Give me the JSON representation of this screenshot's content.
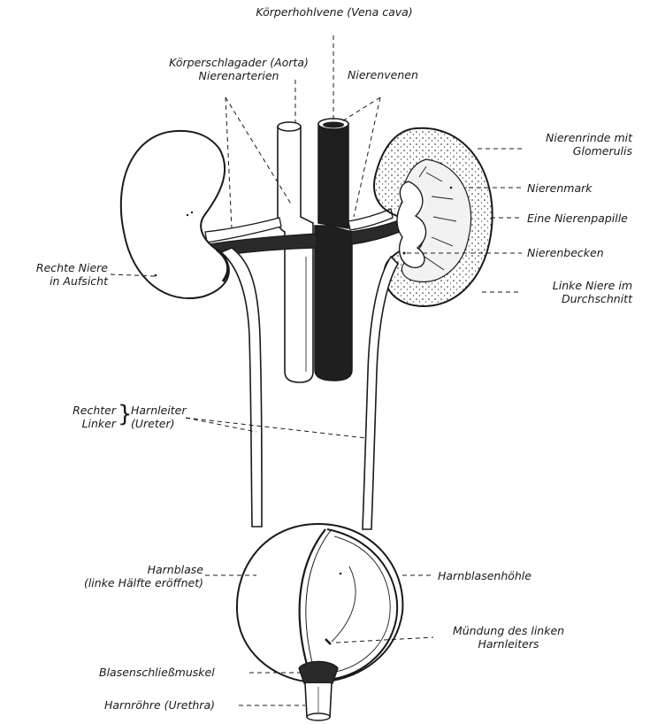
{
  "labels": {
    "vena_cava": "Körperhohlvene (Vena cava)",
    "aorta": "Körperschlagader (Aorta)",
    "nierenarterien": "Nierenarterien",
    "nierenvenen": "Nierenvenen",
    "nierenrinde_1": "Nierenrinde mit",
    "nierenrinde_2": "Glomerulis",
    "nierenmark": "Nierenmark",
    "nierenpapille": "Eine Nierenpapille",
    "nierenbecken": "Nierenbecken",
    "linke_niere_1": "Linke Niere im",
    "linke_niere_2": "Durchschnitt",
    "rechte_niere_1": "Rechte Niere",
    "rechte_niere_2": "in Aufsicht",
    "rechter": "Rechter",
    "linker": "Linker",
    "harnleiter": "Harnleiter",
    "ureter": "(Ureter)",
    "harnblase_1": "Harnblase",
    "harnblase_2": "(linke Hälfte eröffnet)",
    "harnblasenhoehle": "Harnblasenhöhle",
    "muendung_1": "Mündung des linken",
    "muendung_2": "Harnleiters",
    "blasenschliessmuskel": "Blasenschließmuskel",
    "harnroehre": "Harnröhre (Urethra)"
  },
  "colors": {
    "ink": "#1a1a1a",
    "vein_fill": "#1f1f1f",
    "paper": "#ffffff"
  }
}
